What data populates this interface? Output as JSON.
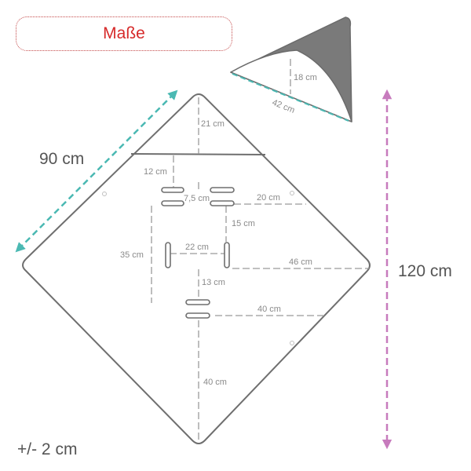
{
  "title": "Maße",
  "width_label": "90 cm",
  "height_label": "120 cm",
  "tolerance_label": "+/- 2 cm",
  "dimensions": {
    "hood_depth": "18 cm",
    "hood_width": "42 cm",
    "hood_height": "21 cm",
    "top_offset": "12 cm",
    "slot_length": "7,5 cm",
    "slot_to_edge_top": "20 cm",
    "slot_gap": "15 cm",
    "side_slots_span": "35 cm",
    "side_slots_gap": "22 cm",
    "side_slot_to_edge": "46 cm",
    "lower_gap": "13 cm",
    "lower_slot_to_edge": "40 cm",
    "bottom_length": "40 cm"
  },
  "colors": {
    "title": "#d62a2a",
    "title_border": "#c44a4a",
    "width_arrow": "#4bb9b3",
    "height_arrow": "#c77bbd",
    "outline": "#6f6f6f",
    "hood_fill": "#7a7a7a"
  }
}
